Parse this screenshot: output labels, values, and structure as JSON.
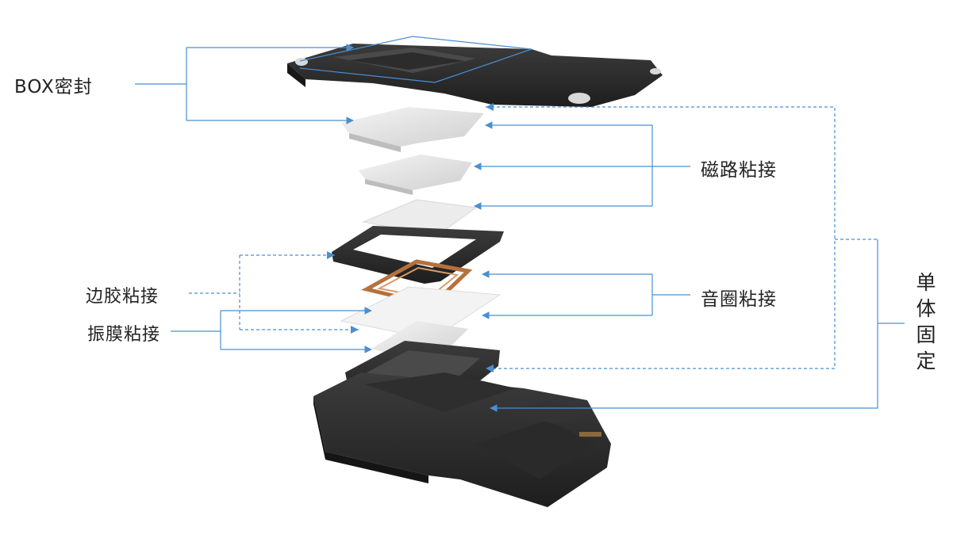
{
  "labels": {
    "box_seal": "BOX密封",
    "magnet_bond": "磁路粘接",
    "coil_bond": "音圈粘接",
    "surround_bond": "边胶粘接",
    "diaphragm_bond": "振膜粘接",
    "unit_fix": [
      "单",
      "体",
      "固",
      "定"
    ]
  },
  "colors": {
    "leader": "#4a8fd0",
    "black_part": "#2a2a2a",
    "black_part_top": "#3a3a3a",
    "white_part": "#e6e6e6",
    "coil": "#b5713d",
    "text": "#222222"
  }
}
